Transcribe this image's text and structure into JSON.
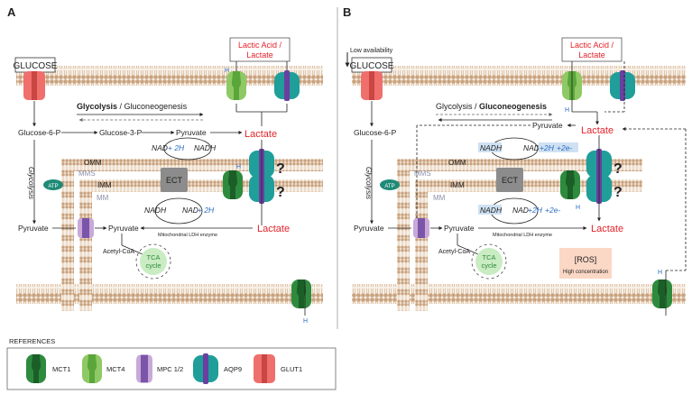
{
  "panel_a": {
    "letter": "A",
    "glucose": "GLUCOSE",
    "lactic_acid_line1": "Lactic Acid /",
    "lactic_acid_line2": "Lactate",
    "glycolysis_label": "Glycolysis",
    "gluconeogenesis_label": "/ Gluconeogenesis",
    "glucose_6p": "Glucose-6-P",
    "glucose_3p": "Glucose-3-P",
    "pyruvate_mid": "Pyruvate",
    "lactate_top": "Lactate",
    "lactate_bottom": "Lactate",
    "nad_top": "NAD",
    "plus_2h_top": "+ 2H",
    "nadh_top": "NADH",
    "omm": "OMM",
    "mms": "MMS",
    "imm": "IMM",
    "mm": "MM",
    "ect": "ECT",
    "atp": "ATP",
    "glycolysis_vertical": "Glycolysis",
    "nadh_bottom": "NADH",
    "nad_bottom": "NAD",
    "plus_2h_bottom": "+ 2H",
    "pyruvate_left": "Pyruvate",
    "pyruvate_inner": "Pyruvate",
    "ldh_label": "Mitochondrial LDH enzyme",
    "acetyl_coa": "Acetyl-CoA",
    "tca_line1": "TCA",
    "tca_line2": "cycle",
    "h_plus": "H",
    "question": "?"
  },
  "panel_b": {
    "letter": "B",
    "low_availability": "Low availability",
    "glucose": "GLUCOSE",
    "lactic_acid_line1": "Lactic Acid /",
    "lactic_acid_line2": "Lactate",
    "glycolysis_label": "Glycolysis /",
    "gluconeogenesis_label": "Gluconeogenesis",
    "glucose_6p": "Glucose-6-P",
    "pyruvate_mid": "Pyruvate",
    "lactate_top": "Lactate",
    "lactate_bottom": "Lactate",
    "nadh_top": "NADH",
    "nad_top": "NAD",
    "plus_top": "+2H",
    "plus_2e_top": "+2e-",
    "omm": "OMM",
    "mms": "MMS",
    "imm": "IMM",
    "mm": "MM",
    "ect": "ECT",
    "atp": "ATP",
    "glycolysis_vertical": "Glycolysis",
    "nadh_bottom": "NADH",
    "nad_bottom": "NAD",
    "plus_bottom": "+2H",
    "plus_2e_bottom": "+2e-",
    "pyruvate_left": "Pyruvate",
    "pyruvate_inner": "Pyruvate",
    "ldh_label": "Mitochondrial LDH enzyme",
    "acetyl_coa": "Acetyl-CoA",
    "tca_line1": "TCA",
    "tca_line2": "cycle",
    "ros_label": "[ROS]",
    "ros_sub": "High concentration",
    "h_plus": "H",
    "question": "?"
  },
  "references": {
    "title": "REFERENCES",
    "items": [
      {
        "label": "MCT1",
        "color": "#2e8b3e"
      },
      {
        "label": "MCT4",
        "color": "#8fc965"
      },
      {
        "label": "MPC 1/2",
        "color": "#9e79b8"
      },
      {
        "label": "AQP9",
        "color": "#1f9e9a"
      },
      {
        "label": "GLUT1",
        "color": "#ef6f6c"
      }
    ]
  },
  "colors": {
    "membrane": "#c9a27e",
    "membrane_dark": "#b08560",
    "lactate_red": "#e2242b",
    "h_blue": "#2a6cc4",
    "mcT1_green": "#2e8b3e",
    "mct4_green": "#8fc965",
    "aqp9_teal": "#1f9e9a",
    "mpc_purple": "#8a6bb0",
    "glut_red": "#ef6f6c",
    "ect_gray": "#8c8c8c",
    "tca_green": "#c9ecc3",
    "ros_bg": "#fbd7c5"
  }
}
